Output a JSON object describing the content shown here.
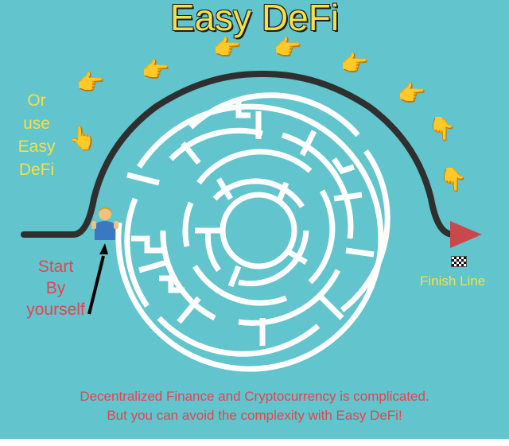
{
  "title": "Easy DeFi",
  "side_label": {
    "lines": [
      "Or",
      "use",
      "Easy",
      "DeFi"
    ]
  },
  "start_label": {
    "lines": [
      "Start",
      "By",
      "yourself"
    ]
  },
  "finish_label": "Finish Line",
  "caption": {
    "line1": "Decentralized Finance and Cryptocurrency is complicated.",
    "line2": "But you can avoid the complexity with Easy DeFi!"
  },
  "icons": {
    "pointer": "pointing-hand-icon",
    "person": "shrugging-person-icon",
    "flag": "checkered-flag-icon",
    "arrow": "arrow-icon"
  },
  "colors": {
    "background": "#62c4cc",
    "path": "#2f2f2f",
    "maze": "#ffffff",
    "finish_arrow": "#c9484c",
    "title": "#f3e04a",
    "start_text": "#e0464f",
    "caption_text": "#e0464f"
  }
}
